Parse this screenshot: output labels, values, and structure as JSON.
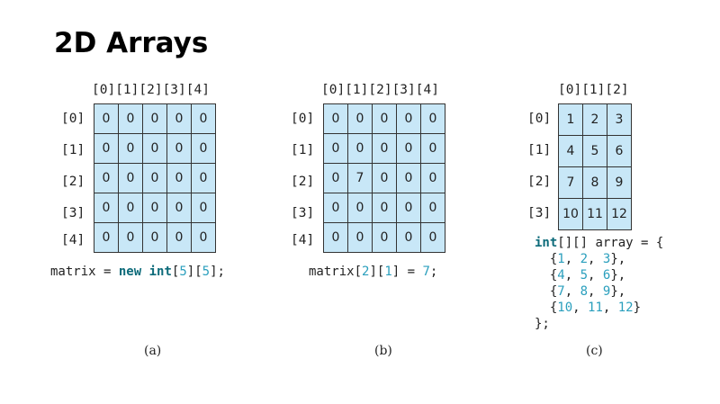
{
  "title": "2D Arrays",
  "panels": [
    {
      "id": "a",
      "col_labels": "[0][1][2][3][4]",
      "row_labels": [
        "[0]",
        "[1]",
        "[2]",
        "[3]",
        "[4]"
      ],
      "cells": [
        [
          "0",
          "0",
          "0",
          "0",
          "0"
        ],
        [
          "0",
          "0",
          "0",
          "0",
          "0"
        ],
        [
          "0",
          "0",
          "0",
          "0",
          "0"
        ],
        [
          "0",
          "0",
          "0",
          "0",
          "0"
        ],
        [
          "0",
          "0",
          "0",
          "0",
          "0"
        ]
      ],
      "code": [
        "matrix = ",
        "new",
        " ",
        "int",
        "[",
        "5",
        "][",
        "5",
        "];"
      ],
      "caption": "(a)"
    },
    {
      "id": "b",
      "col_labels": "[0][1][2][3][4]",
      "row_labels": [
        "[0]",
        "[1]",
        "[2]",
        "[3]",
        "[4]"
      ],
      "cells": [
        [
          "0",
          "0",
          "0",
          "0",
          "0"
        ],
        [
          "0",
          "0",
          "0",
          "0",
          "0"
        ],
        [
          "0",
          "7",
          "0",
          "0",
          "0"
        ],
        [
          "0",
          "0",
          "0",
          "0",
          "0"
        ],
        [
          "0",
          "0",
          "0",
          "0",
          "0"
        ]
      ],
      "code": [
        "matrix[",
        "2",
        "][",
        "1",
        "] = ",
        "7",
        ";"
      ],
      "caption": "(b)"
    },
    {
      "id": "c",
      "col_labels": "[0][1][2]",
      "row_labels": [
        "[0]",
        "[1]",
        "[2]",
        "[3]"
      ],
      "cells": [
        [
          "1",
          "2",
          "3"
        ],
        [
          "4",
          "5",
          "6"
        ],
        [
          "7",
          "8",
          "9"
        ],
        [
          "10",
          "11",
          "12"
        ]
      ],
      "code_lines": [
        [
          "int",
          "[][] array = {"
        ],
        [
          "  {",
          "1",
          ", ",
          "2",
          ", ",
          "3",
          "},"
        ],
        [
          "  {",
          "4",
          ", ",
          "5",
          ", ",
          "6",
          "},"
        ],
        [
          "  {",
          "7",
          ", ",
          "8",
          ", ",
          "9",
          "},"
        ],
        [
          "  {",
          "10",
          ", ",
          "11",
          ", ",
          "12",
          "}"
        ],
        [
          "};"
        ]
      ],
      "caption": "(c)"
    }
  ],
  "colors": {
    "cell_fill": "#c8e7f7",
    "keyword": "#0d6b7a",
    "number": "#2a9fbd"
  }
}
